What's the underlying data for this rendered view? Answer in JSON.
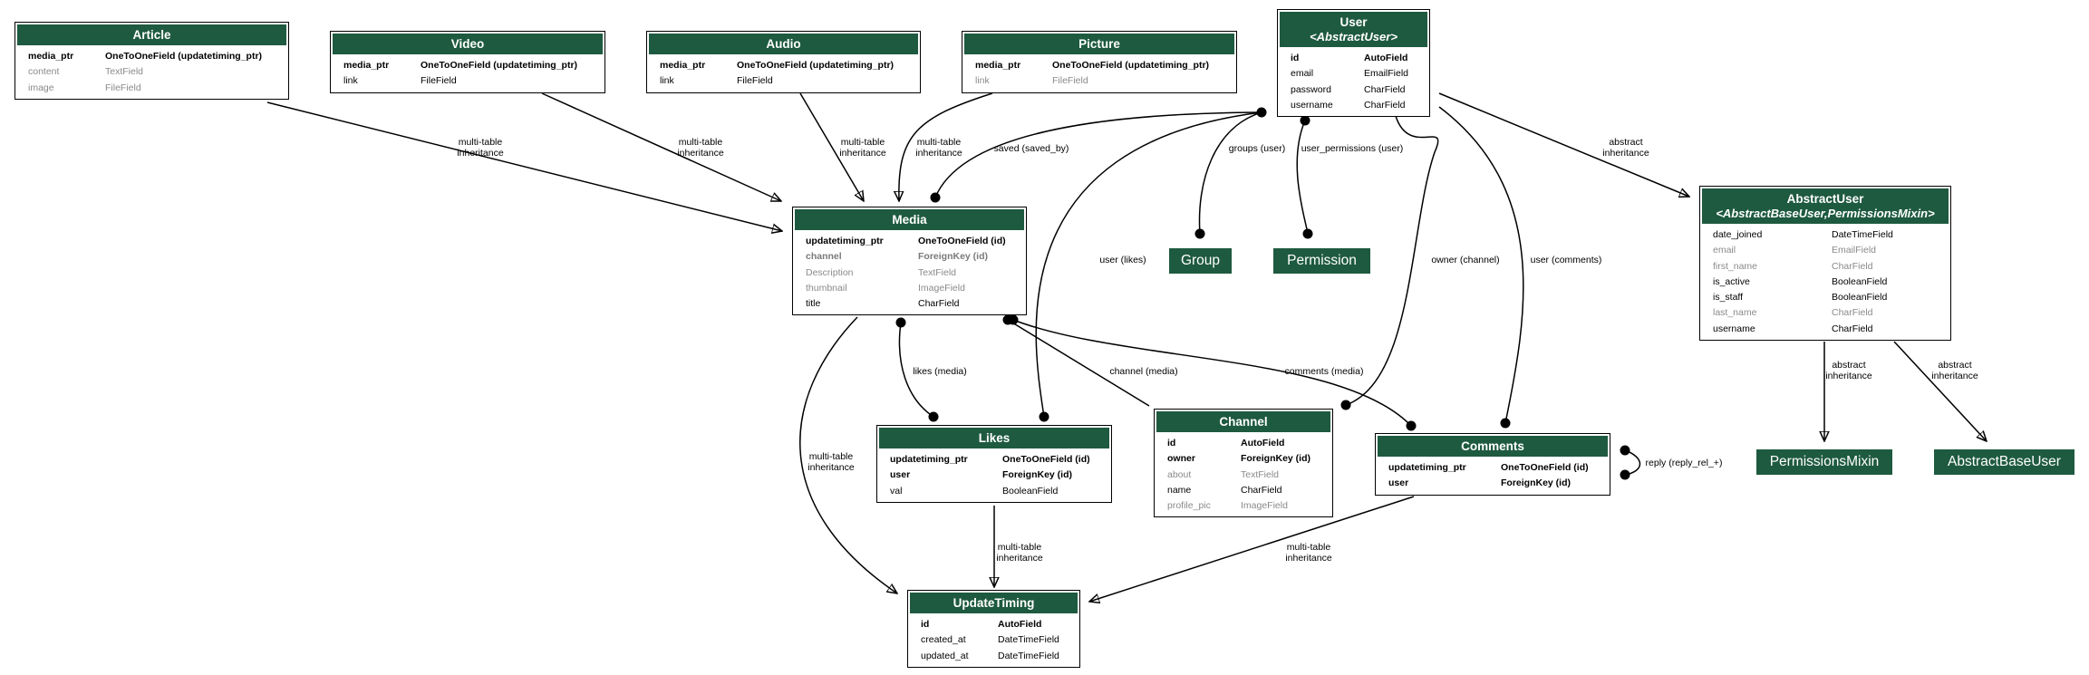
{
  "models": {
    "article": {
      "title": "Article",
      "fields": [
        {
          "name": "media_ptr",
          "type": "OneToOneField (updatetiming_ptr)",
          "bold": true
        },
        {
          "name": "content",
          "type": "TextField",
          "muted": true
        },
        {
          "name": "image",
          "type": "FileField",
          "muted": true
        }
      ]
    },
    "video": {
      "title": "Video",
      "fields": [
        {
          "name": "media_ptr",
          "type": "OneToOneField (updatetiming_ptr)",
          "bold": true
        },
        {
          "name": "link",
          "type": "FileField"
        }
      ]
    },
    "audio": {
      "title": "Audio",
      "fields": [
        {
          "name": "media_ptr",
          "type": "OneToOneField (updatetiming_ptr)",
          "bold": true
        },
        {
          "name": "link",
          "type": "FileField"
        }
      ]
    },
    "picture": {
      "title": "Picture",
      "fields": [
        {
          "name": "media_ptr",
          "type": "OneToOneField (updatetiming_ptr)",
          "bold": true
        },
        {
          "name": "link",
          "type": "FileField",
          "muted": true
        }
      ]
    },
    "user": {
      "title": "User",
      "subtitle": "<AbstractUser>",
      "fields": [
        {
          "name": "id",
          "type": "AutoField",
          "bold": true
        },
        {
          "name": "email",
          "type": "EmailField"
        },
        {
          "name": "password",
          "type": "CharField"
        },
        {
          "name": "username",
          "type": "CharField"
        }
      ]
    },
    "media": {
      "title": "Media",
      "fields": [
        {
          "name": "updatetiming_ptr",
          "type": "OneToOneField (id)",
          "bold": true
        },
        {
          "name": "channel",
          "type": "ForeignKey (id)",
          "bold": true,
          "muted": true
        },
        {
          "name": "Description",
          "type": "TextField",
          "muted": true
        },
        {
          "name": "thumbnail",
          "type": "ImageField",
          "muted": true
        },
        {
          "name": "title",
          "type": "CharField"
        }
      ]
    },
    "abstractuser": {
      "title": "AbstractUser",
      "subtitle": "<AbstractBaseUser,PermissionsMixin>",
      "fields": [
        {
          "name": "date_joined",
          "type": "DateTimeField"
        },
        {
          "name": "email",
          "type": "EmailField",
          "muted": true
        },
        {
          "name": "first_name",
          "type": "CharField",
          "muted": true
        },
        {
          "name": "is_active",
          "type": "BooleanField"
        },
        {
          "name": "is_staff",
          "type": "BooleanField"
        },
        {
          "name": "last_name",
          "type": "CharField",
          "muted": true
        },
        {
          "name": "username",
          "type": "CharField"
        }
      ]
    },
    "likes": {
      "title": "Likes",
      "fields": [
        {
          "name": "updatetiming_ptr",
          "type": "OneToOneField (id)",
          "bold": true
        },
        {
          "name": "user",
          "type": "ForeignKey (id)",
          "bold": true
        },
        {
          "name": "val",
          "type": "BooleanField"
        }
      ]
    },
    "channel": {
      "title": "Channel",
      "fields": [
        {
          "name": "id",
          "type": "AutoField",
          "bold": true
        },
        {
          "name": "owner",
          "type": "ForeignKey (id)",
          "bold": true
        },
        {
          "name": "about",
          "type": "TextField",
          "muted": true
        },
        {
          "name": "name",
          "type": "CharField"
        },
        {
          "name": "profile_pic",
          "type": "ImageField",
          "muted": true
        }
      ]
    },
    "comments": {
      "title": "Comments",
      "fields": [
        {
          "name": "updatetiming_ptr",
          "type": "OneToOneField (id)",
          "bold": true
        },
        {
          "name": "user",
          "type": "ForeignKey (id)",
          "bold": true
        }
      ]
    },
    "updatetiming": {
      "title": "UpdateTiming",
      "fields": [
        {
          "name": "id",
          "type": "AutoField",
          "bold": true
        },
        {
          "name": "created_at",
          "type": "DateTimeField"
        },
        {
          "name": "updated_at",
          "type": "DateTimeField"
        }
      ]
    }
  },
  "external": {
    "group": "Group",
    "permission": "Permission",
    "permissionsmixin": "PermissionsMixin",
    "abstractbaseuser": "AbstractBaseUser"
  },
  "edge_labels": {
    "mti_1": "multi-table",
    "mti_2": "inheritance",
    "abs_1": "abstract",
    "abs_2": "inheritance",
    "saved_by": "saved (saved_by)",
    "groups": "groups (user)",
    "user_permissions": "user_permissions (user)",
    "user_likes": "user (likes)",
    "owner_channel": "owner (channel)",
    "user_comments": "user (comments)",
    "likes_media": "likes (media)",
    "channel_media": "channel (media)",
    "comments_media": "comments (media)",
    "reply": "reply (reply_rel_+)"
  },
  "colors": {
    "header": "#1e5a40",
    "muted_text": "#8a8a8a"
  }
}
